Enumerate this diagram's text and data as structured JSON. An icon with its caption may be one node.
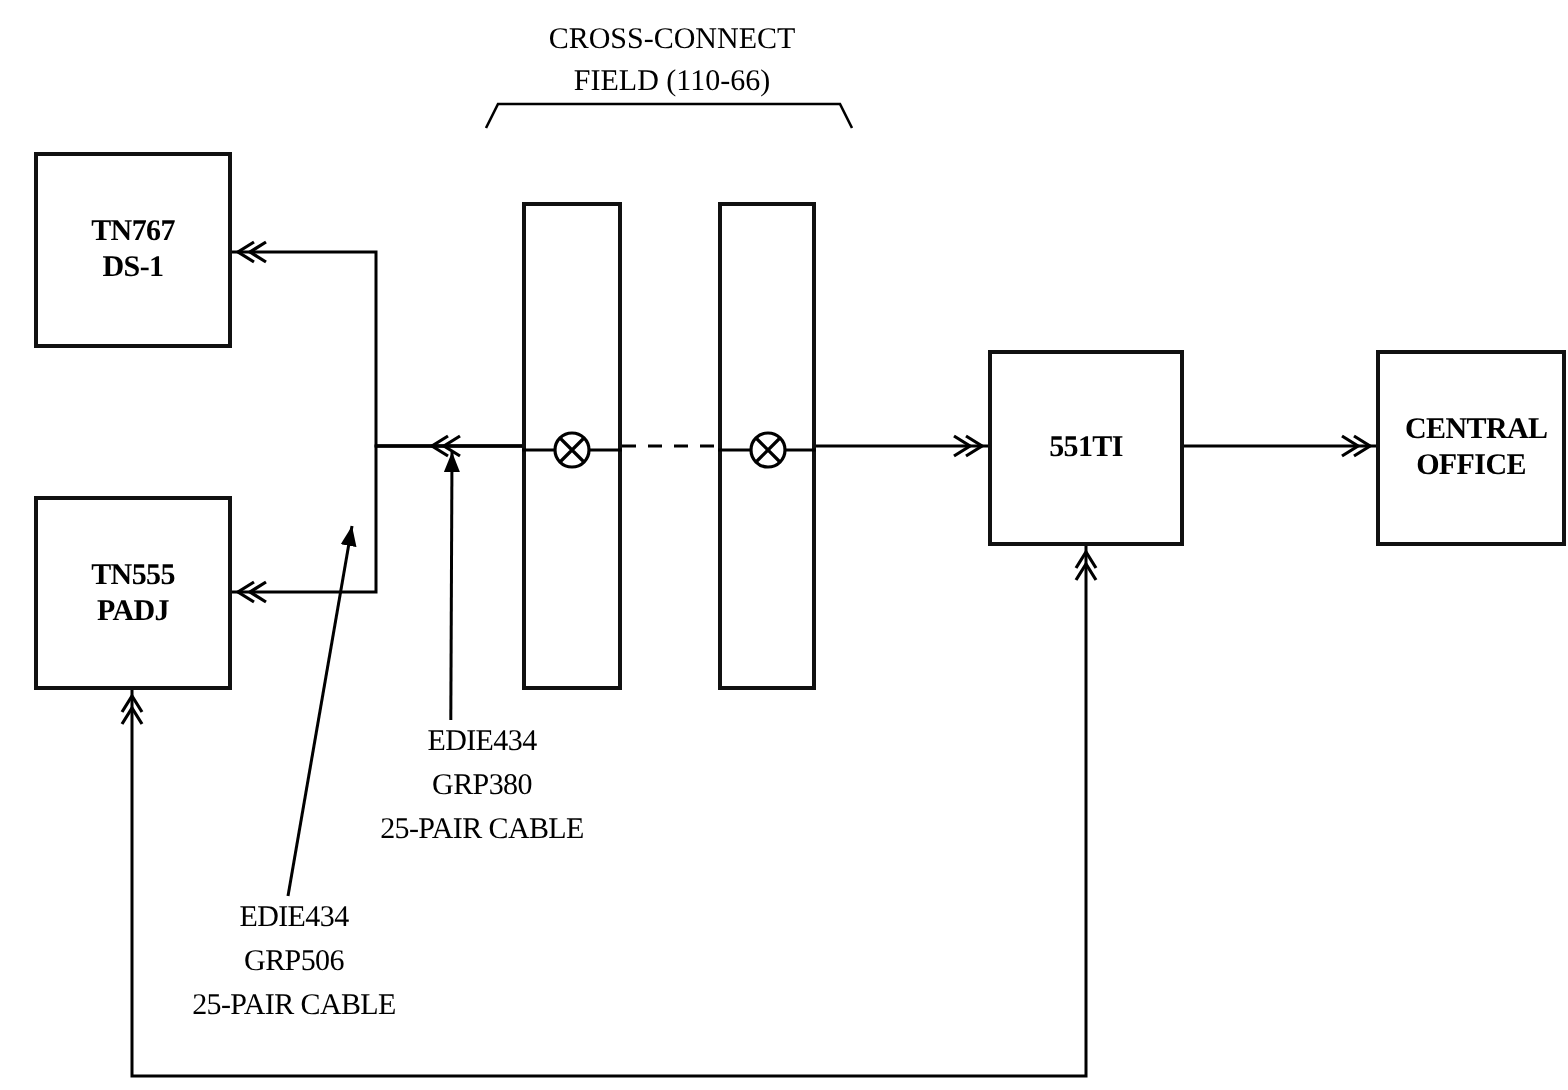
{
  "diagram": {
    "nodes": [
      {
        "text": [
          "TN767 DS-1"
        ]
      },
      {
        "text": [
          "TN555 PADJ"
        ]
      },
      {
        "text": [],
        "shape": "bar"
      },
      {
        "text": [],
        "shape": "bar"
      },
      {
        "text": [
          "551TI"
        ]
      },
      {
        "text": [
          "CENTRAL OFFICE"
        ]
      },
      {
        "text": [
          "EDIE434 GRP380 25-PAIR CABLE"
        ]
      },
      {
        "text": [
          "EDIE434 GRP506 25-PAIR CABLE"
        ]
      }
    ],
    "edges": [
      {
        "from": 2,
        "to": 0,
        "arrow": "to"
      },
      {
        "from": 2,
        "to": 1,
        "arrow": "to"
      },
      {
        "from": 2,
        "to": 3,
        "arrow": "none",
        "style": "dashed"
      },
      {
        "from": 3,
        "to": 4,
        "arrow": "to"
      },
      {
        "from": 4,
        "to": 5,
        "arrow": "to"
      },
      {
        "from": 1,
        "to": 4,
        "arrow": "both"
      },
      {
        "from": 6,
        "to": null,
        "arrow": "to"
      },
      {
        "from": 7,
        "to": null,
        "arrow": "to"
      }
    ],
    "labels": [
      "CROSS-CONNECT FIELD (110-66)"
    ]
  }
}
